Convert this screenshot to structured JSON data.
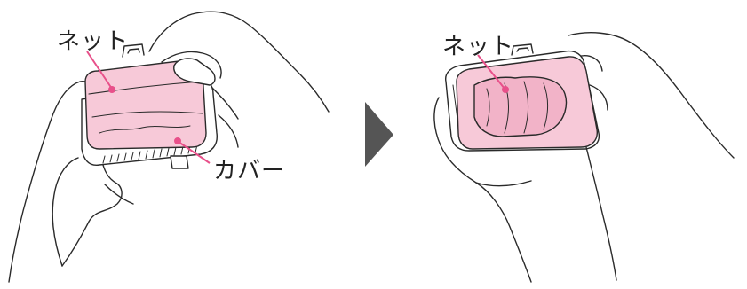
{
  "labels": {
    "net_left": "ネット",
    "cover": "カバー",
    "net_right": "ネット"
  },
  "colors": {
    "line": "#2a2a2a",
    "net_fill": "#f7c9d8",
    "net_shade": "#f2b3c8",
    "leader": "#e8508a",
    "arrow": "#555555",
    "frame": "#ffffff"
  },
  "icons": [
    "arrow-right-icon"
  ]
}
